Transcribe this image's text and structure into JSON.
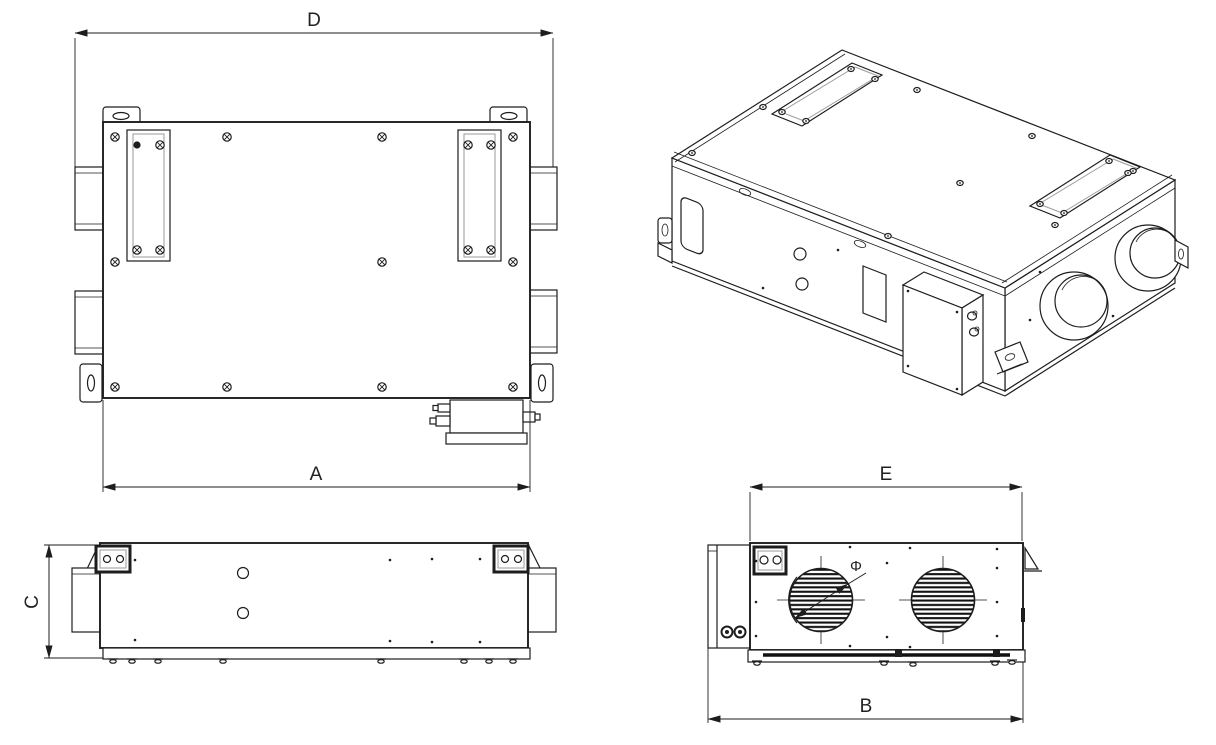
{
  "drawing": {
    "background": "#ffffff",
    "line_color": "#1d1d1d",
    "views": {
      "top": {
        "overall_width_label": "D",
        "body_width_label": "A"
      },
      "side": {
        "height_label": "C"
      },
      "front": {
        "body_width_label": "E",
        "overall_width_label": "B",
        "diameter_symbol": "Φ"
      }
    }
  }
}
